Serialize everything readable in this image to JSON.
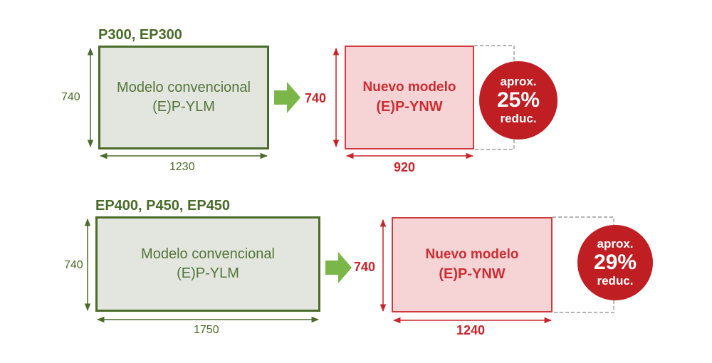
{
  "groups": [
    {
      "title": "P300, EP300",
      "conventional": {
        "line1": "Modelo convencional",
        "line2": "(E)P-YLM",
        "height": "740",
        "width": "1230"
      },
      "new": {
        "line1": "Nuevo modelo",
        "line2": "(E)P-YNW",
        "height": "740",
        "width": "920"
      },
      "badge": {
        "top": "aprox.",
        "value": "25%",
        "bottom": "reduc."
      }
    },
    {
      "title": "EP400, P450, EP450",
      "conventional": {
        "line1": "Modelo convencional",
        "line2": "(E)P-YLM",
        "height": "740",
        "width": "1750"
      },
      "new": {
        "line1": "Nuevo modelo",
        "line2": "(E)P-YNW",
        "height": "740",
        "width": "1240"
      },
      "badge": {
        "top": "aprox.",
        "value": "29%",
        "bottom": "reduc."
      }
    }
  ],
  "colors": {
    "green": "#4a6b2a",
    "arrow_green": "#7ab648",
    "red": "#c8242b",
    "badge_red": "#bf1e23"
  }
}
